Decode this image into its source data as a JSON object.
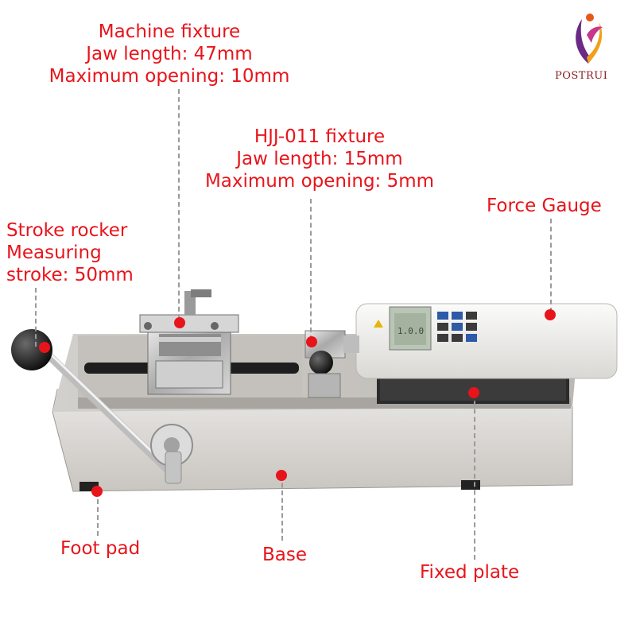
{
  "brand": {
    "logo_text": "POSTRUI"
  },
  "callouts": {
    "machine_fixture": [
      "Machine fixture",
      "Jaw length: 47mm",
      "Maximum opening: 10mm"
    ],
    "hjj_fixture": [
      "HJJ-011 fixture",
      "Jaw length: 15mm",
      "Maximum opening: 5mm"
    ],
    "force_gauge": [
      "Force Gauge"
    ],
    "stroke_rocker": [
      "Stroke rocker",
      "Measuring",
      "stroke: 50mm"
    ],
    "foot_pad": [
      "Foot pad"
    ],
    "base": [
      "Base"
    ],
    "fixed_plate": [
      "Fixed plate"
    ]
  },
  "colors": {
    "callout": "#e8141b",
    "leader": "#9a9a9a"
  },
  "gauge_display": "1.0.0"
}
